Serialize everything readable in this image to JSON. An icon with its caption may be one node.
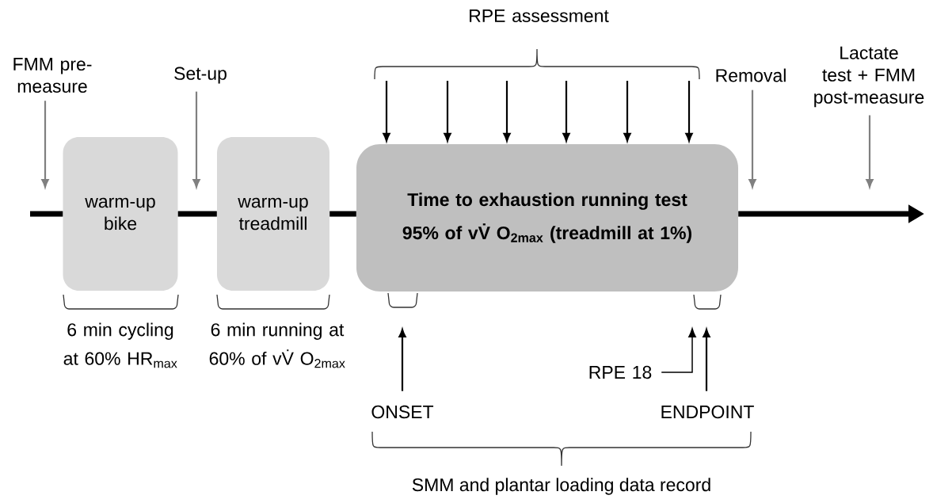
{
  "diagram": {
    "nodes": [
      {
        "text": [
          "FMM pre-measure"
        ]
      },
      {
        "text": [
          "Set-up"
        ]
      },
      {
        "text": [
          "warm-up bike"
        ],
        "beside": [
          "6 min cycling at 60% HR$_{max}$"
        ]
      },
      {
        "text": [
          "warm-up treadmill"
        ],
        "beside": [
          "6 min running at 60% of vV̇ O$_{2max}$"
        ]
      },
      {
        "text": [
          "Time to exhaustion running test",
          "95% of vV̇ O$_{2max}$ (treadmill at 1%)"
        ]
      },
      {
        "text": [
          "Removal"
        ]
      },
      {
        "text": [
          "Lactate test + FMM post-measure"
        ]
      },
      {
        "text": [
          "RPE assessment"
        ]
      },
      {
        "text": [
          "ONSET"
        ]
      },
      {
        "text": [
          "RPE 18"
        ]
      },
      {
        "text": [
          "ENDPOINT"
        ]
      }
    ],
    "edges": [
      {
        "from": 0,
        "to": null,
        "arrow": "to",
        "color": "#808080"
      },
      {
        "from": 1,
        "to": null,
        "arrow": "to",
        "color": "#808080"
      },
      {
        "from": 5,
        "to": null,
        "arrow": "to",
        "color": "#808080"
      },
      {
        "from": 6,
        "to": null,
        "arrow": "to",
        "color": "#808080"
      },
      {
        "from": null,
        "to": 2,
        "arrow": "none",
        "style": "thick"
      },
      {
        "from": 2,
        "to": 3,
        "arrow": "none",
        "style": "thick"
      },
      {
        "from": 3,
        "to": 4,
        "arrow": "none",
        "style": "thick"
      },
      {
        "from": 4,
        "to": null,
        "arrow": "to",
        "style": "thick"
      },
      {
        "from": 7,
        "to": 4,
        "arrow": "to"
      },
      {
        "from": 7,
        "to": 4,
        "arrow": "to"
      },
      {
        "from": 7,
        "to": 4,
        "arrow": "to"
      },
      {
        "from": 7,
        "to": 4,
        "arrow": "to"
      },
      {
        "from": 7,
        "to": 4,
        "arrow": "to"
      },
      {
        "from": 7,
        "to": 4,
        "arrow": "to"
      },
      {
        "from": 8,
        "to": null,
        "arrow": "to"
      },
      {
        "from": 9,
        "to": null,
        "arrow": "to"
      },
      {
        "from": 10,
        "to": null,
        "arrow": "to"
      }
    ],
    "labels": [
      "SMM and plantar loading data record"
    ]
  }
}
